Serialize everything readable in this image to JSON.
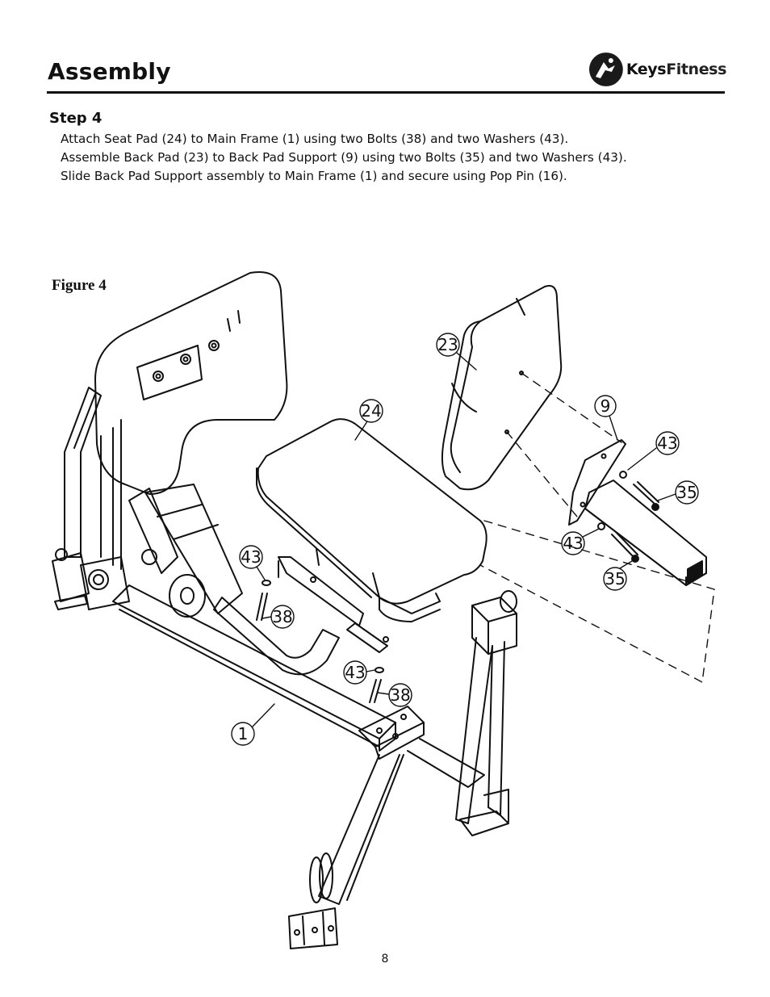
{
  "header": {
    "title": "Assembly",
    "logo_bold": "Keys",
    "logo_rest": "Fitness"
  },
  "step": {
    "title": "Step 4",
    "lines": [
      "Attach Seat Pad (24) to Main Frame (1) using two Bolts (38) and two Washers (43).",
      "Assemble Back Pad (23) to Back Pad Support (9) using two Bolts (35) and two Washers (43).",
      "Slide Back Pad Support assembly to Main Frame (1) and secure using Pop Pin (16)."
    ]
  },
  "figure": {
    "label": "Figure 4",
    "callouts": {
      "c23": "23",
      "c24": "24",
      "c9": "9",
      "c43a": "43",
      "c35a": "35",
      "c43b": "43",
      "c35b": "35",
      "c43c": "43",
      "c38a": "38",
      "c43d": "43",
      "c38b": "38",
      "c1": "1"
    }
  },
  "footer": {
    "page_number": "8"
  }
}
